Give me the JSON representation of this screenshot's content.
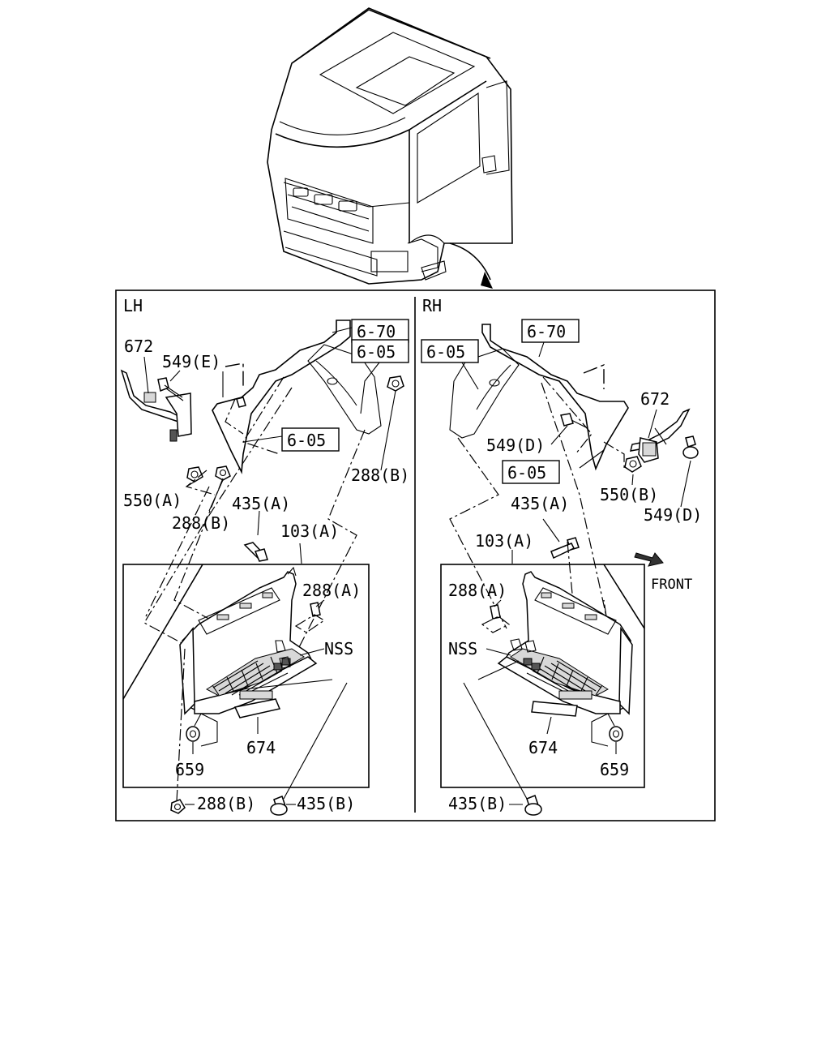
{
  "sections": {
    "left": "LH",
    "right": "RH"
  },
  "front_label": "FRONT",
  "labels": {
    "lh_672": "672",
    "lh_549e": "549(E)",
    "lh_670": "6-70",
    "lh_605_top": "6-05",
    "lh_605_mid": "6-05",
    "lh_550a": "550(A)",
    "lh_288b_top": "288(B)",
    "lh_288b_mid": "288(B)",
    "lh_435a": "435(A)",
    "lh_103a": "103(A)",
    "lh_288a": "288(A)",
    "lh_nss": "NSS",
    "lh_674": "674",
    "lh_659": "659",
    "lh_288b_bottom": "288(B)",
    "lh_435b": "435(B)",
    "rh_605_top_left": "6-05",
    "rh_670": "6-70",
    "rh_672": "672",
    "rh_549d_top": "549(D)",
    "rh_605_mid": "6-05",
    "rh_550b": "550(B)",
    "rh_549d_right": "549(D)",
    "rh_435a": "435(A)",
    "rh_103a": "103(A)",
    "rh_288a": "288(A)",
    "rh_nss": "NSS",
    "rh_674": "674",
    "rh_659": "659",
    "rh_435b": "435(B)"
  }
}
